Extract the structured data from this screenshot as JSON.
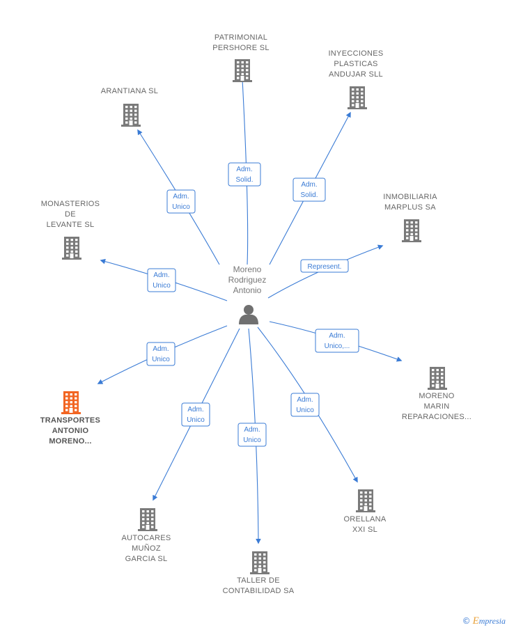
{
  "center": {
    "name_lines": [
      "Moreno",
      "Rodriguez",
      "Antonio"
    ],
    "icon": "person-icon"
  },
  "colors": {
    "edge": "#3a7bd5",
    "building": "#7a7a7a",
    "highlight": "#f26522",
    "text": "#666666"
  },
  "nodes": [
    {
      "id": "patrimonial",
      "lines": [
        "PATRIMONIAL",
        "PERSHORE  SL"
      ],
      "icon": "building-icon",
      "highlight": false
    },
    {
      "id": "inyecciones",
      "lines": [
        "INYECCIONES",
        "PLASTICAS",
        "ANDUJAR  SLL"
      ],
      "icon": "building-icon",
      "highlight": false
    },
    {
      "id": "arantiana",
      "lines": [
        "ARANTIANA  SL"
      ],
      "icon": "building-icon",
      "highlight": false
    },
    {
      "id": "inmobiliaria",
      "lines": [
        "INMOBILIARIA",
        "MARPLUS SA"
      ],
      "icon": "building-icon",
      "highlight": false
    },
    {
      "id": "monasterios",
      "lines": [
        "MONASTERIOS",
        "DE",
        "LEVANTE  SL"
      ],
      "icon": "building-icon",
      "highlight": false
    },
    {
      "id": "moreno-marin",
      "lines": [
        "MORENO",
        "MARIN",
        "REPARACIONES..."
      ],
      "icon": "building-icon",
      "highlight": false
    },
    {
      "id": "transportes",
      "lines": [
        "TRANSPORTES",
        "ANTONIO",
        "MORENO..."
      ],
      "icon": "building-icon",
      "highlight": true
    },
    {
      "id": "orellana",
      "lines": [
        "ORELLANA",
        "XXI SL"
      ],
      "icon": "building-icon",
      "highlight": false
    },
    {
      "id": "autocares",
      "lines": [
        "AUTOCARES",
        "MUÑOZ",
        "GARCIA  SL"
      ],
      "icon": "building-icon",
      "highlight": false
    },
    {
      "id": "taller",
      "lines": [
        "TALLER DE",
        "CONTABILIDAD SA"
      ],
      "icon": "building-icon",
      "highlight": false
    }
  ],
  "edges": [
    {
      "target": "patrimonial",
      "label_lines": [
        "Adm.",
        "Solid."
      ]
    },
    {
      "target": "inyecciones",
      "label_lines": [
        "Adm.",
        "Solid."
      ]
    },
    {
      "target": "arantiana",
      "label_lines": [
        "Adm.",
        "Unico"
      ]
    },
    {
      "target": "inmobiliaria",
      "label_lines": [
        "Represent."
      ]
    },
    {
      "target": "monasterios",
      "label_lines": [
        "Adm.",
        "Unico"
      ]
    },
    {
      "target": "moreno-marin",
      "label_lines": [
        "Adm.",
        "Unico,..."
      ]
    },
    {
      "target": "transportes",
      "label_lines": [
        "Adm.",
        "Unico"
      ]
    },
    {
      "target": "orellana",
      "label_lines": [
        "Adm.",
        "Unico"
      ]
    },
    {
      "target": "autocares",
      "label_lines": [
        "Adm.",
        "Unico"
      ]
    },
    {
      "target": "taller",
      "label_lines": [
        "Adm.",
        "Unico"
      ]
    }
  ],
  "footer": {
    "copyright_symbol": "©",
    "brand_first": "E",
    "brand_rest": "mpresia"
  }
}
